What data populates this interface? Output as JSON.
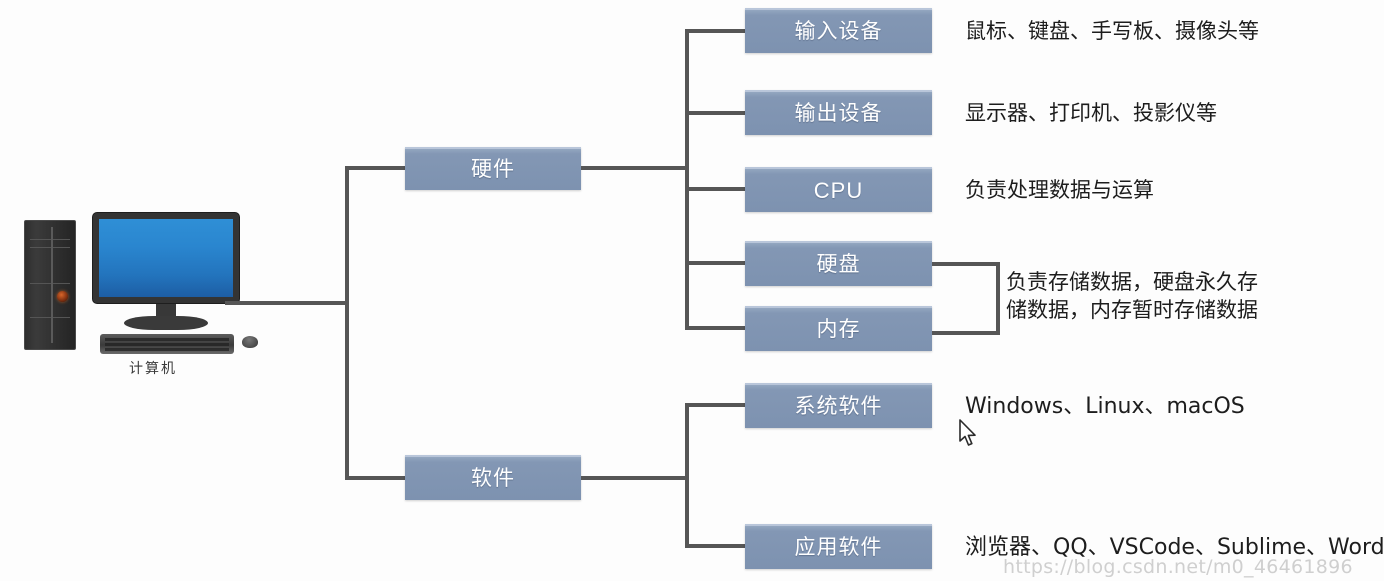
{
  "illustration": {
    "label": "计算机",
    "alt_name": "desktop-computer"
  },
  "root_label": "计算机",
  "branches": [
    {
      "id": "hardware",
      "label": "硬件",
      "children": [
        {
          "id": "input-device",
          "label": "输入设备",
          "desc": "鼠标、键盘、手写板、摄像头等"
        },
        {
          "id": "output-device",
          "label": "输出设备",
          "desc": "显示器、打印机、投影仪等"
        },
        {
          "id": "cpu",
          "label": "CPU",
          "desc": "负责处理数据与运算"
        },
        {
          "id": "hard-disk",
          "label": "硬盘",
          "desc": ""
        },
        {
          "id": "memory",
          "label": "内存",
          "desc": ""
        }
      ],
      "grouped_desc": "负责存储数据，硬盘永久存\n储数据，内存暂时存储数据"
    },
    {
      "id": "software",
      "label": "软件",
      "children": [
        {
          "id": "system-software",
          "label": "系统软件",
          "desc": "Windows、Linux、macOS"
        },
        {
          "id": "application-software",
          "label": "应用软件",
          "desc": "浏览器、QQ、VSCode、Sublime、Word"
        }
      ]
    }
  ],
  "watermark": "https://blog.csdn.net/m0_46461896",
  "colors": {
    "node_fill": "#7d92b0",
    "node_text": "#ffffff",
    "line": "#565656",
    "screen_blue": "#2a86cf",
    "background": "#fdfdfd",
    "watermark": "#cfcfcf"
  }
}
